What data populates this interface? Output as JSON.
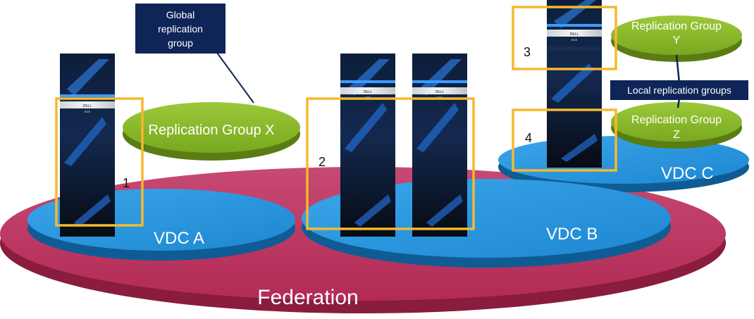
{
  "labels": {
    "federation": "Federation",
    "vdc_a": "VDC A",
    "vdc_b": "VDC B",
    "vdc_c": "VDC C",
    "group_x": "Replication Group X",
    "group_y_line1": "Replication Group",
    "group_y_line2": "Y",
    "group_z_line1": "Replication Group",
    "group_z_line2": "Z",
    "global_callout": [
      "Global",
      "replication",
      "group"
    ],
    "local_callout": "Local replication groups",
    "box_1": "1",
    "box_2": "2",
    "box_3": "3",
    "box_4": "4",
    "rack_brand": "DELL",
    "rack_model": "ECS"
  },
  "colors": {
    "federation": "#c2335f",
    "vdc": "#1f8ed8",
    "replication_group": "#86b425",
    "callout": "#0f2457",
    "highlight_box": "#f5b82e"
  }
}
